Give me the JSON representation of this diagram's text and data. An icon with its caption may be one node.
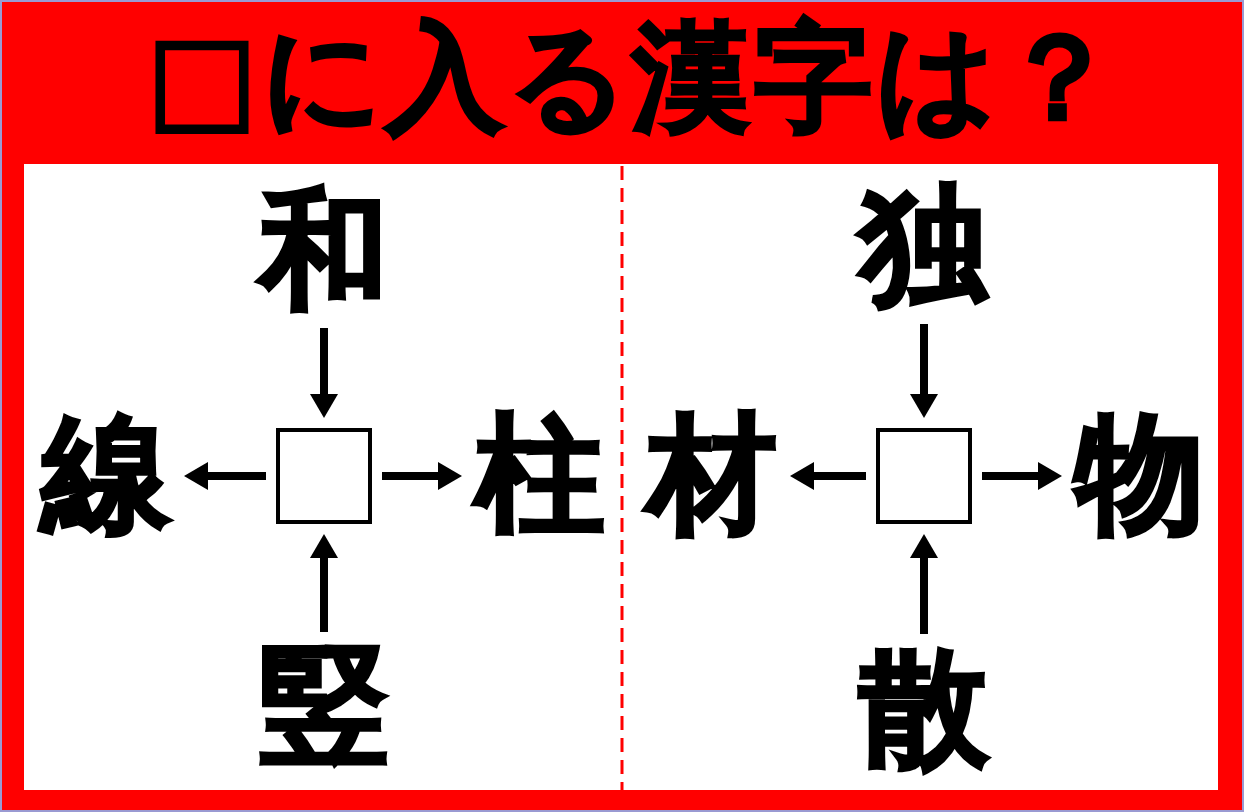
{
  "diagram": {
    "title": "□に入る漢字は？",
    "nodes": [
      {
        "text": [
          "和"
        ]
      },
      {
        "text": [
          "線"
        ]
      },
      {
        "text": [],
        "shape": "box"
      },
      {
        "text": [
          "柱"
        ]
      },
      {
        "text": [
          "竪"
        ]
      },
      {
        "text": [
          "独"
        ]
      },
      {
        "text": [
          "材"
        ]
      },
      {
        "text": [],
        "shape": "box"
      },
      {
        "text": [
          "物"
        ]
      },
      {
        "text": [
          "散"
        ]
      }
    ],
    "edges": [
      {
        "from": 0,
        "to": 2,
        "arrow": "to"
      },
      {
        "from": 2,
        "to": 1,
        "arrow": "to"
      },
      {
        "from": 2,
        "to": 3,
        "arrow": "to"
      },
      {
        "from": 4,
        "to": 2,
        "arrow": "to"
      },
      {
        "from": 5,
        "to": 7,
        "arrow": "to"
      },
      {
        "from": 7,
        "to": 6,
        "arrow": "to"
      },
      {
        "from": 7,
        "to": 8,
        "arrow": "to"
      },
      {
        "from": 9,
        "to": 7,
        "arrow": "to"
      }
    ]
  }
}
